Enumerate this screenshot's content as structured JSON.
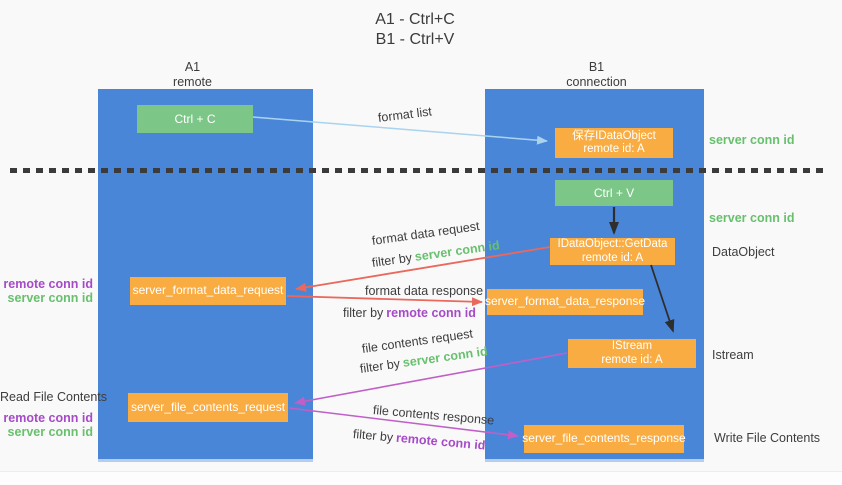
{
  "title": {
    "line1": "A1 - Ctrl+C",
    "line2": "B1 - Ctrl+V"
  },
  "lifelines": {
    "left": {
      "name": "A1",
      "role": "remote"
    },
    "right": {
      "name": "B1",
      "role": "connection"
    }
  },
  "nodes": {
    "ctrl_c": "Ctrl + C",
    "ctrl_v": "Ctrl + V",
    "save_dataobject": {
      "line1": "保存IDataObject",
      "line2": "remote id: A"
    },
    "getdata": {
      "line1": "IDataObject::GetData",
      "line2": "remote id: A"
    },
    "istream": {
      "line1": "IStream",
      "line2": "remote id: A"
    },
    "format_request": "server_format_data_request",
    "format_response": "server_format_data_response",
    "file_request": "server_file_contents_request",
    "file_response": "server_file_contents_response"
  },
  "labels": {
    "format_list": "format list",
    "format_data_request": "format data request",
    "format_data_response": "format data response",
    "file_contents_request": "file contents request",
    "file_contents_response": "file contents response",
    "filter_by": "filter by",
    "server_conn_id": "server conn id",
    "remote_conn_id": "remote conn id",
    "dataobject": "DataObject",
    "istream": "Istream",
    "read_file_contents": "Read File Contents",
    "write_file_contents": "Write File Contents"
  },
  "colors": {
    "lifeline_blue": "#4a86d8",
    "action_green": "#7cc688",
    "message_orange": "#f9ac42",
    "arrow_red": "#ea685c",
    "arrow_purple": "#c05fc8",
    "arrow_light_blue": "#aad4ee",
    "arrow_black": "#2e2e2e",
    "label_green": "#68c06e",
    "label_purple": "#a64ac8",
    "text_dark": "#3d3d3d"
  }
}
